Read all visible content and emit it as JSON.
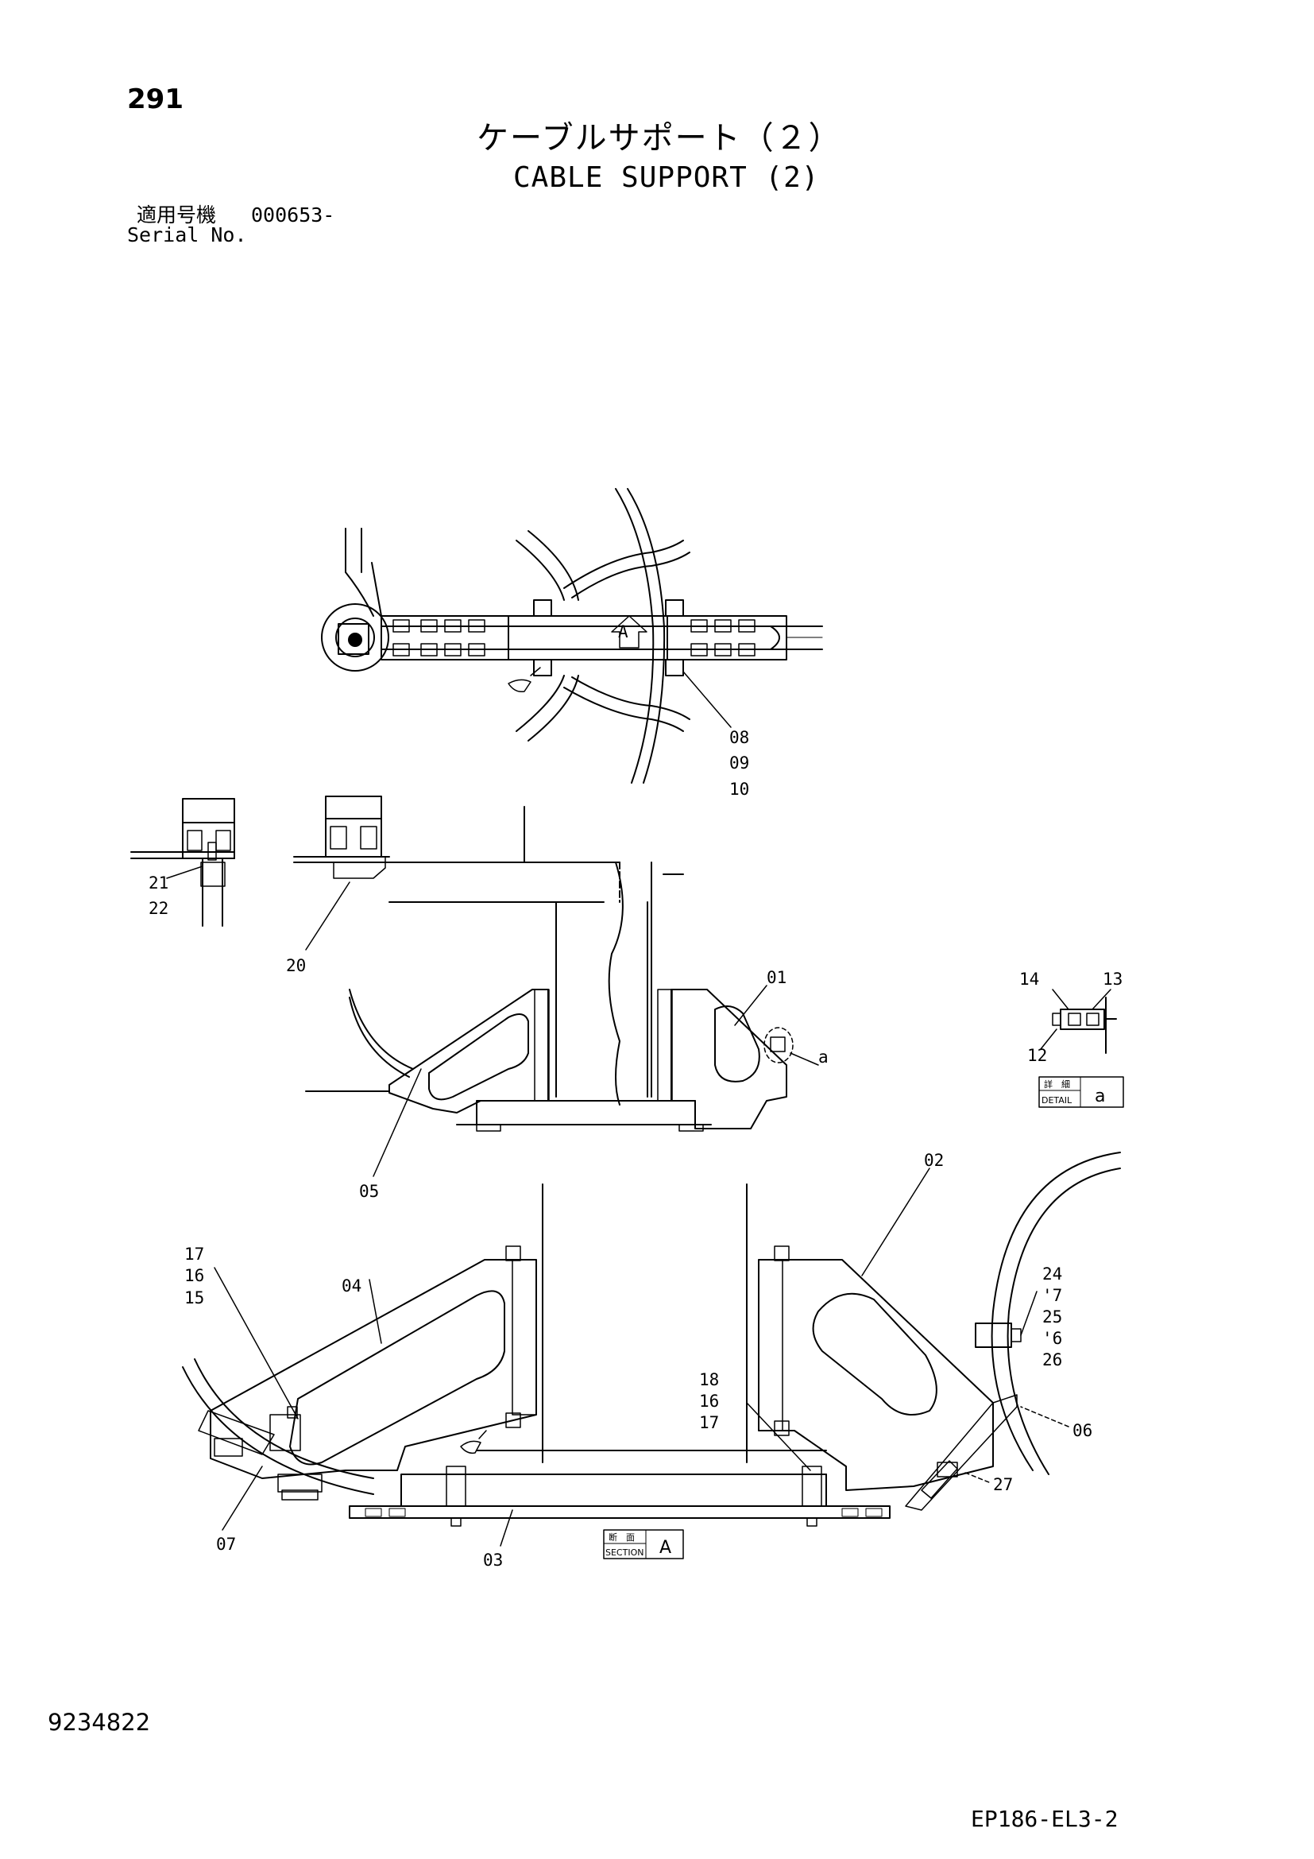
{
  "page_number": "291",
  "title_ja": "ケーブルサポート（２）",
  "title_en": "CABLE SUPPORT (2)",
  "serial": {
    "label_ja": "適用号機",
    "value": "000653-",
    "label_en": "Serial No."
  },
  "callouts": {
    "c08": "08",
    "c09": "09",
    "c10": "10",
    "c21": "21",
    "c22": "22",
    "c20": "20",
    "c01": "01",
    "c_a": "a",
    "c05": "05",
    "c14": "14",
    "c13": "13",
    "c12": "12",
    "c02": "02",
    "c04": "04",
    "c17a": "17",
    "c16a": "16",
    "c15": "15",
    "c24": "24",
    "c17b": "'7",
    "c25": "25",
    "c16b": "'6",
    "c26": "26",
    "c18": "18",
    "c16c": "16",
    "c17c": "17",
    "c06": "06",
    "c27": "27",
    "c07": "07",
    "c03": "03",
    "arrow_letter": "A"
  },
  "detail_box": {
    "ja": "詳　細",
    "en": "DETAIL",
    "letter": "a"
  },
  "section_box": {
    "ja": "断　面",
    "en": "SECTION",
    "letter": "A"
  },
  "drawing_number": "9234822",
  "drawing_code": "EP186-EL3-2"
}
